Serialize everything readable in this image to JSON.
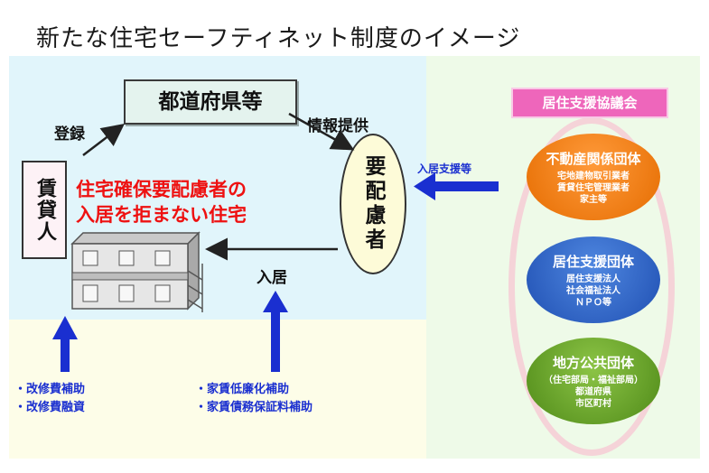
{
  "title": "新たな住宅セーフティネット制度のイメージ",
  "prefecture": "都道府県等",
  "landlord": "賃貸人",
  "registration": "登録",
  "info": "情報提供",
  "housing_text": [
    "住宅確保要配慮者の",
    "入居を拒まない住宅"
  ],
  "needy": "要配慮者",
  "move_in": "入居",
  "support": "入居支援等",
  "left_list": [
    "・改修費補助",
    "・改修費融資"
  ],
  "mid_list": [
    "・家賃低廉化補助",
    "・家賃債務保証料補助"
  ],
  "council": {
    "title": "居住支援協議会",
    "groups": [
      {
        "name": "不動産関係団体",
        "lines": [
          "宅地建物取引業者",
          "賃貸住宅管理業者",
          "家主等"
        ]
      },
      {
        "name": "居住支援団体",
        "lines": [
          "居住支援法人",
          "社会福祉法人",
          "ＮＰＯ等"
        ]
      },
      {
        "name": "地方公共団体",
        "lines": [
          "（住宅部局・福祉部局）",
          "都道府県",
          "市区町村"
        ]
      }
    ]
  },
  "colors": {
    "red": "#ee1111",
    "blue": "#1a2fd0",
    "pink": "#ee66bb",
    "orange": "#f07d10",
    "royal": "#2b5cc4",
    "green": "#65a327"
  }
}
